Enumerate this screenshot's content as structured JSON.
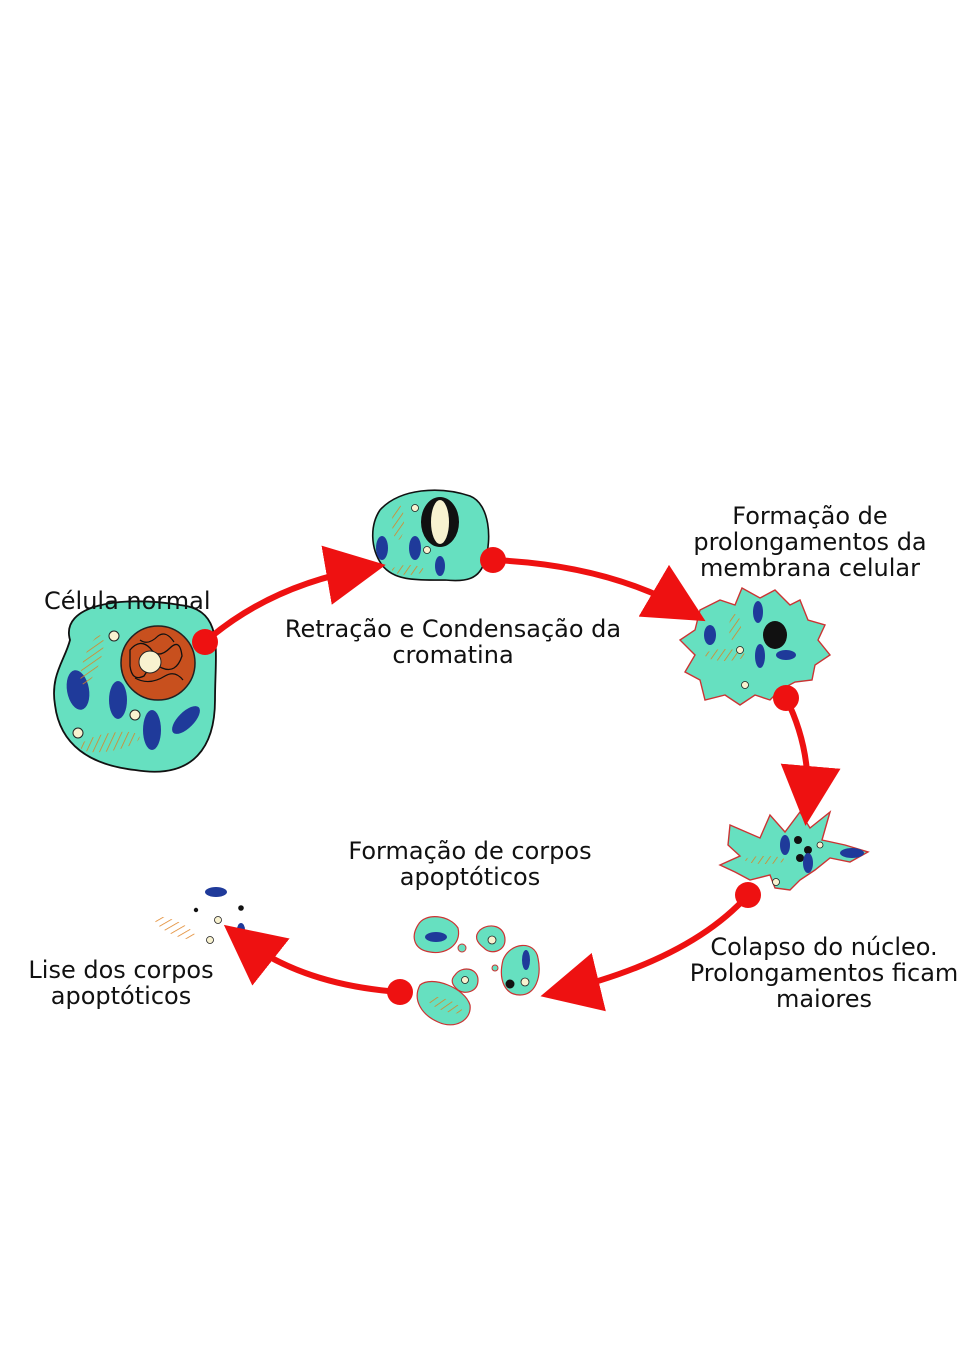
{
  "colors": {
    "arrow": "#ee1111",
    "cytoplasm": "#66e0c0",
    "membrane_outline": "#222222",
    "mitochondria": "#1f3a9a",
    "nucleus": "#c8501e",
    "chromatin": "#111111",
    "golgi": "#e0801e"
  },
  "stages": [
    {
      "id": "normal",
      "lines": [
        "Célula normal"
      ]
    },
    {
      "id": "retraction",
      "lines": [
        "Retração e Condensação da",
        "cromatina"
      ]
    },
    {
      "id": "projections",
      "lines": [
        "Formação de",
        "prolongamentos da",
        "membrana celular"
      ]
    },
    {
      "id": "collapse",
      "lines": [
        "Colapso do núcleo.",
        "Prolongamentos ficam",
        "maiores"
      ]
    },
    {
      "id": "bodies",
      "lines": [
        "Formação de corpos",
        "apoptóticos"
      ]
    },
    {
      "id": "lysis",
      "lines": [
        "Lise dos corpos",
        "apoptóticos"
      ]
    }
  ]
}
